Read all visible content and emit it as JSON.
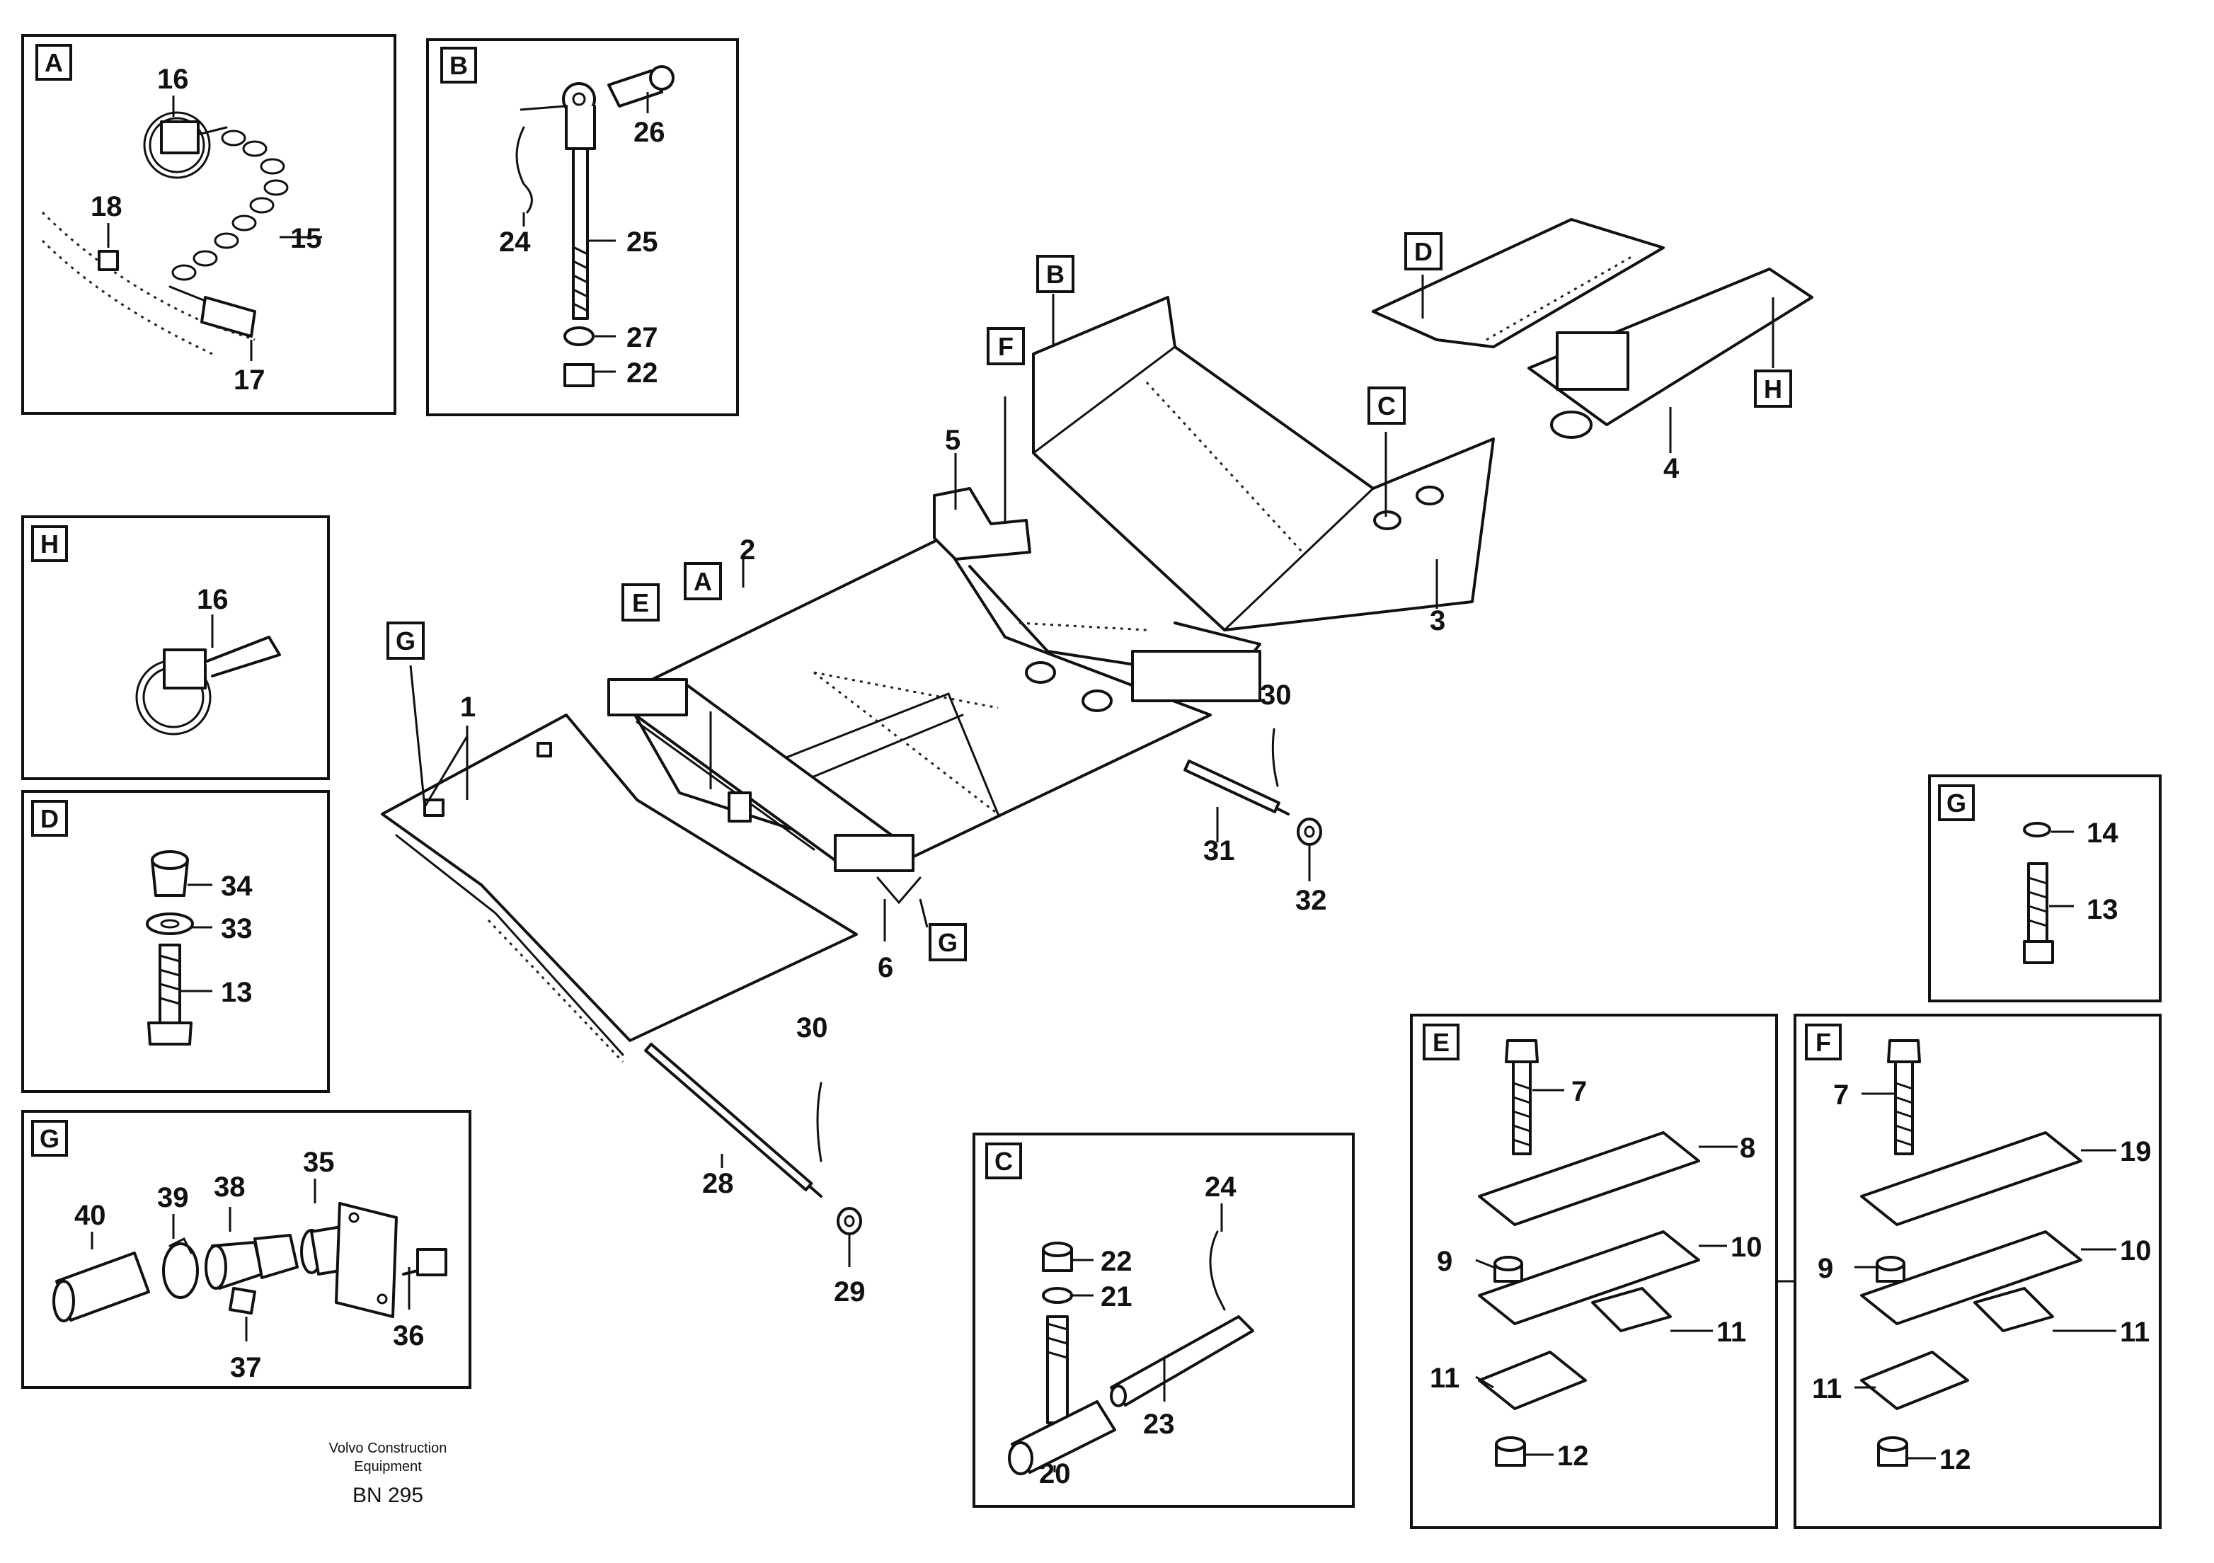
{
  "detail_tags": {
    "A": "A",
    "B": "B",
    "C": "C",
    "D": "D",
    "E": "E",
    "F": "F",
    "G": "G",
    "H": "H"
  },
  "part_numbers": {
    "p1": "1",
    "p2": "2",
    "p3": "3",
    "p4": "4",
    "p5": "5",
    "p6": "6",
    "p7": "7",
    "p8": "8",
    "p9": "9",
    "p10": "10",
    "p11": "11",
    "p12": "12",
    "p13": "13",
    "p14": "14",
    "p15": "15",
    "p16": "16",
    "p17": "17",
    "p18": "18",
    "p19": "19",
    "p20": "20",
    "p21": "21",
    "p22": "22",
    "p23": "23",
    "p24": "24",
    "p25": "25",
    "p26": "26",
    "p27": "27",
    "p28": "28",
    "p29": "29",
    "p30": "30",
    "p31": "31",
    "p32": "32",
    "p33": "33",
    "p34": "34",
    "p35": "35",
    "p36": "36",
    "p37": "37",
    "p38": "38",
    "p39": "39",
    "p40": "40"
  },
  "footer": {
    "company_line1": "Volvo Construction",
    "company_line2": "Equipment",
    "drawing_code": "BN 295"
  }
}
